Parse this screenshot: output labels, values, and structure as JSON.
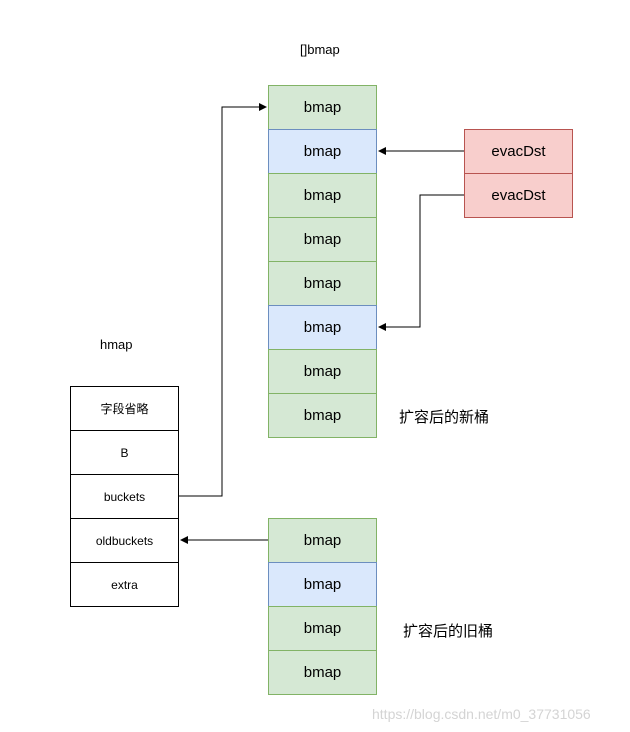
{
  "new_array": {
    "label": "[]bmap",
    "cells": [
      {
        "text": "bmap",
        "color": "green"
      },
      {
        "text": "bmap",
        "color": "blue"
      },
      {
        "text": "bmap",
        "color": "green"
      },
      {
        "text": "bmap",
        "color": "green"
      },
      {
        "text": "bmap",
        "color": "green"
      },
      {
        "text": "bmap",
        "color": "blue"
      },
      {
        "text": "bmap",
        "color": "green"
      },
      {
        "text": "bmap",
        "color": "green"
      }
    ],
    "note": "扩容后的新桶"
  },
  "evac": {
    "cells": [
      {
        "text": "evacDst"
      },
      {
        "text": "evacDst"
      }
    ]
  },
  "hmap": {
    "label": "hmap",
    "fields": [
      {
        "text": "字段省略"
      },
      {
        "text": "B"
      },
      {
        "text": "buckets"
      },
      {
        "text": "oldbuckets"
      },
      {
        "text": "extra"
      }
    ]
  },
  "old_array": {
    "cells": [
      {
        "text": "bmap",
        "color": "green"
      },
      {
        "text": "bmap",
        "color": "blue"
      },
      {
        "text": "bmap",
        "color": "green"
      },
      {
        "text": "bmap",
        "color": "green"
      }
    ],
    "note": "扩容后的旧桶"
  },
  "watermark": "https://blog.csdn.net/m0_37731056"
}
